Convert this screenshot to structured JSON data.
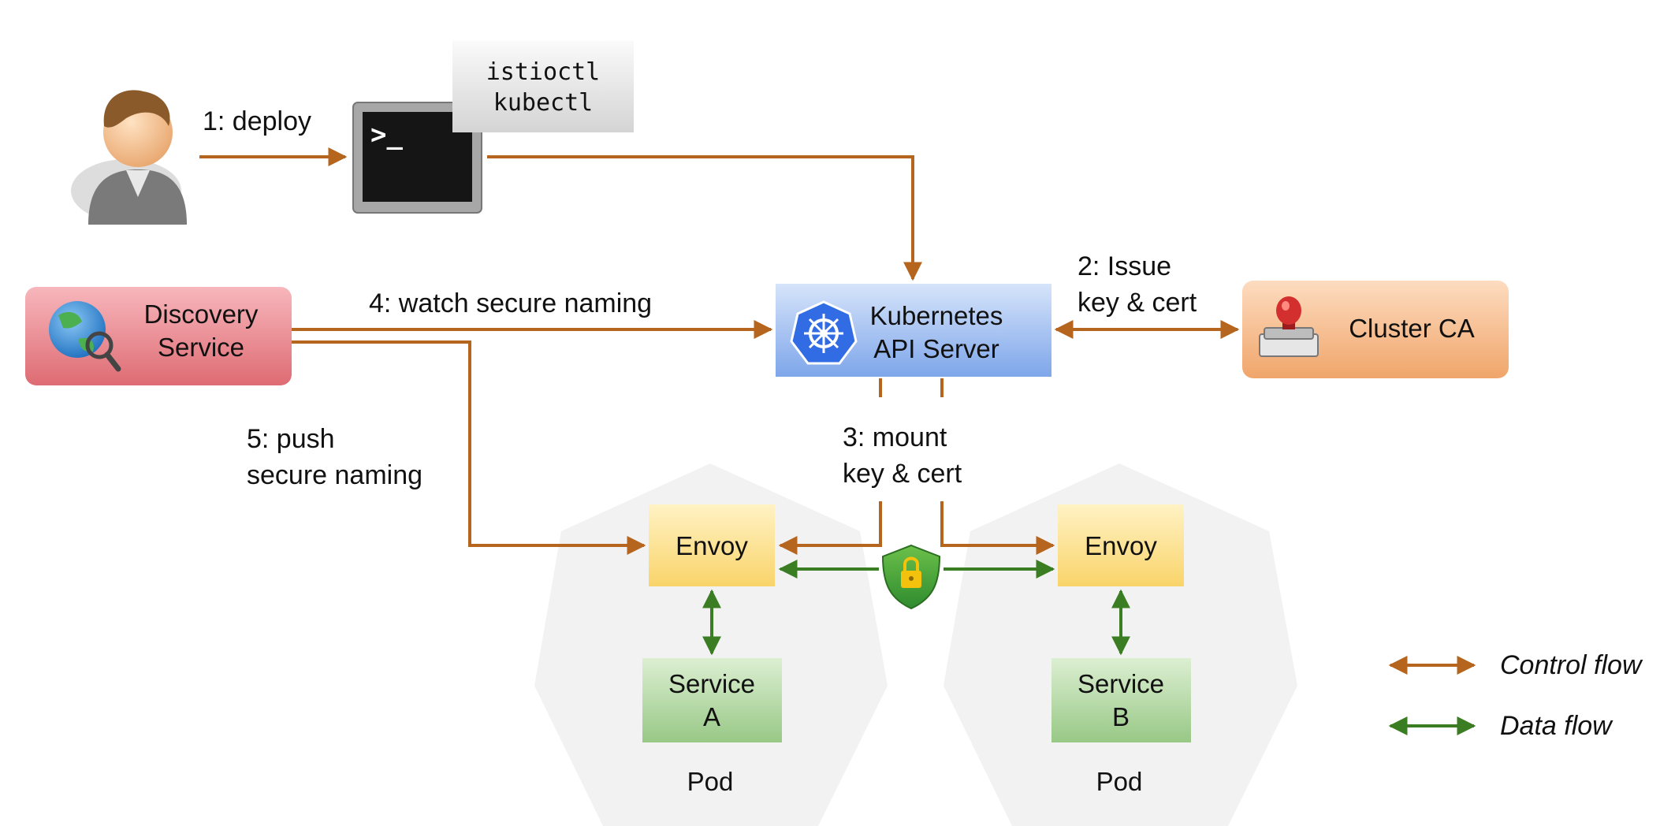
{
  "terminal": {
    "commands": [
      "istioctl",
      "kubectl"
    ]
  },
  "flows": {
    "deploy": "1: deploy",
    "issue": [
      "2: Issue",
      "key & cert"
    ],
    "mount": [
      "3: mount",
      "key & cert"
    ],
    "watch": "4: watch secure naming",
    "push": [
      "5: push",
      "secure naming"
    ]
  },
  "nodes": {
    "discovery": [
      "Discovery",
      "Service"
    ],
    "api_server": [
      "Kubernetes",
      "API Server"
    ],
    "cluster_ca": "Cluster CA",
    "envoy_a": "Envoy",
    "envoy_b": "Envoy",
    "service_a": [
      "Service",
      "A"
    ],
    "service_b": [
      "Service",
      "B"
    ]
  },
  "pods": {
    "left": "Pod",
    "right": "Pod"
  },
  "legend": {
    "control": "Control flow",
    "data": "Data flow"
  },
  "colors": {
    "control": "#B5651D",
    "data": "#3B7D23",
    "discovery_box": "#E57373",
    "api_box": "#7FA7E8",
    "ca_box": "#F0A56A",
    "envoy_box": "#F9D56E",
    "service_box": "#9CCB8A",
    "pod_bg": "#F2F2F2"
  }
}
